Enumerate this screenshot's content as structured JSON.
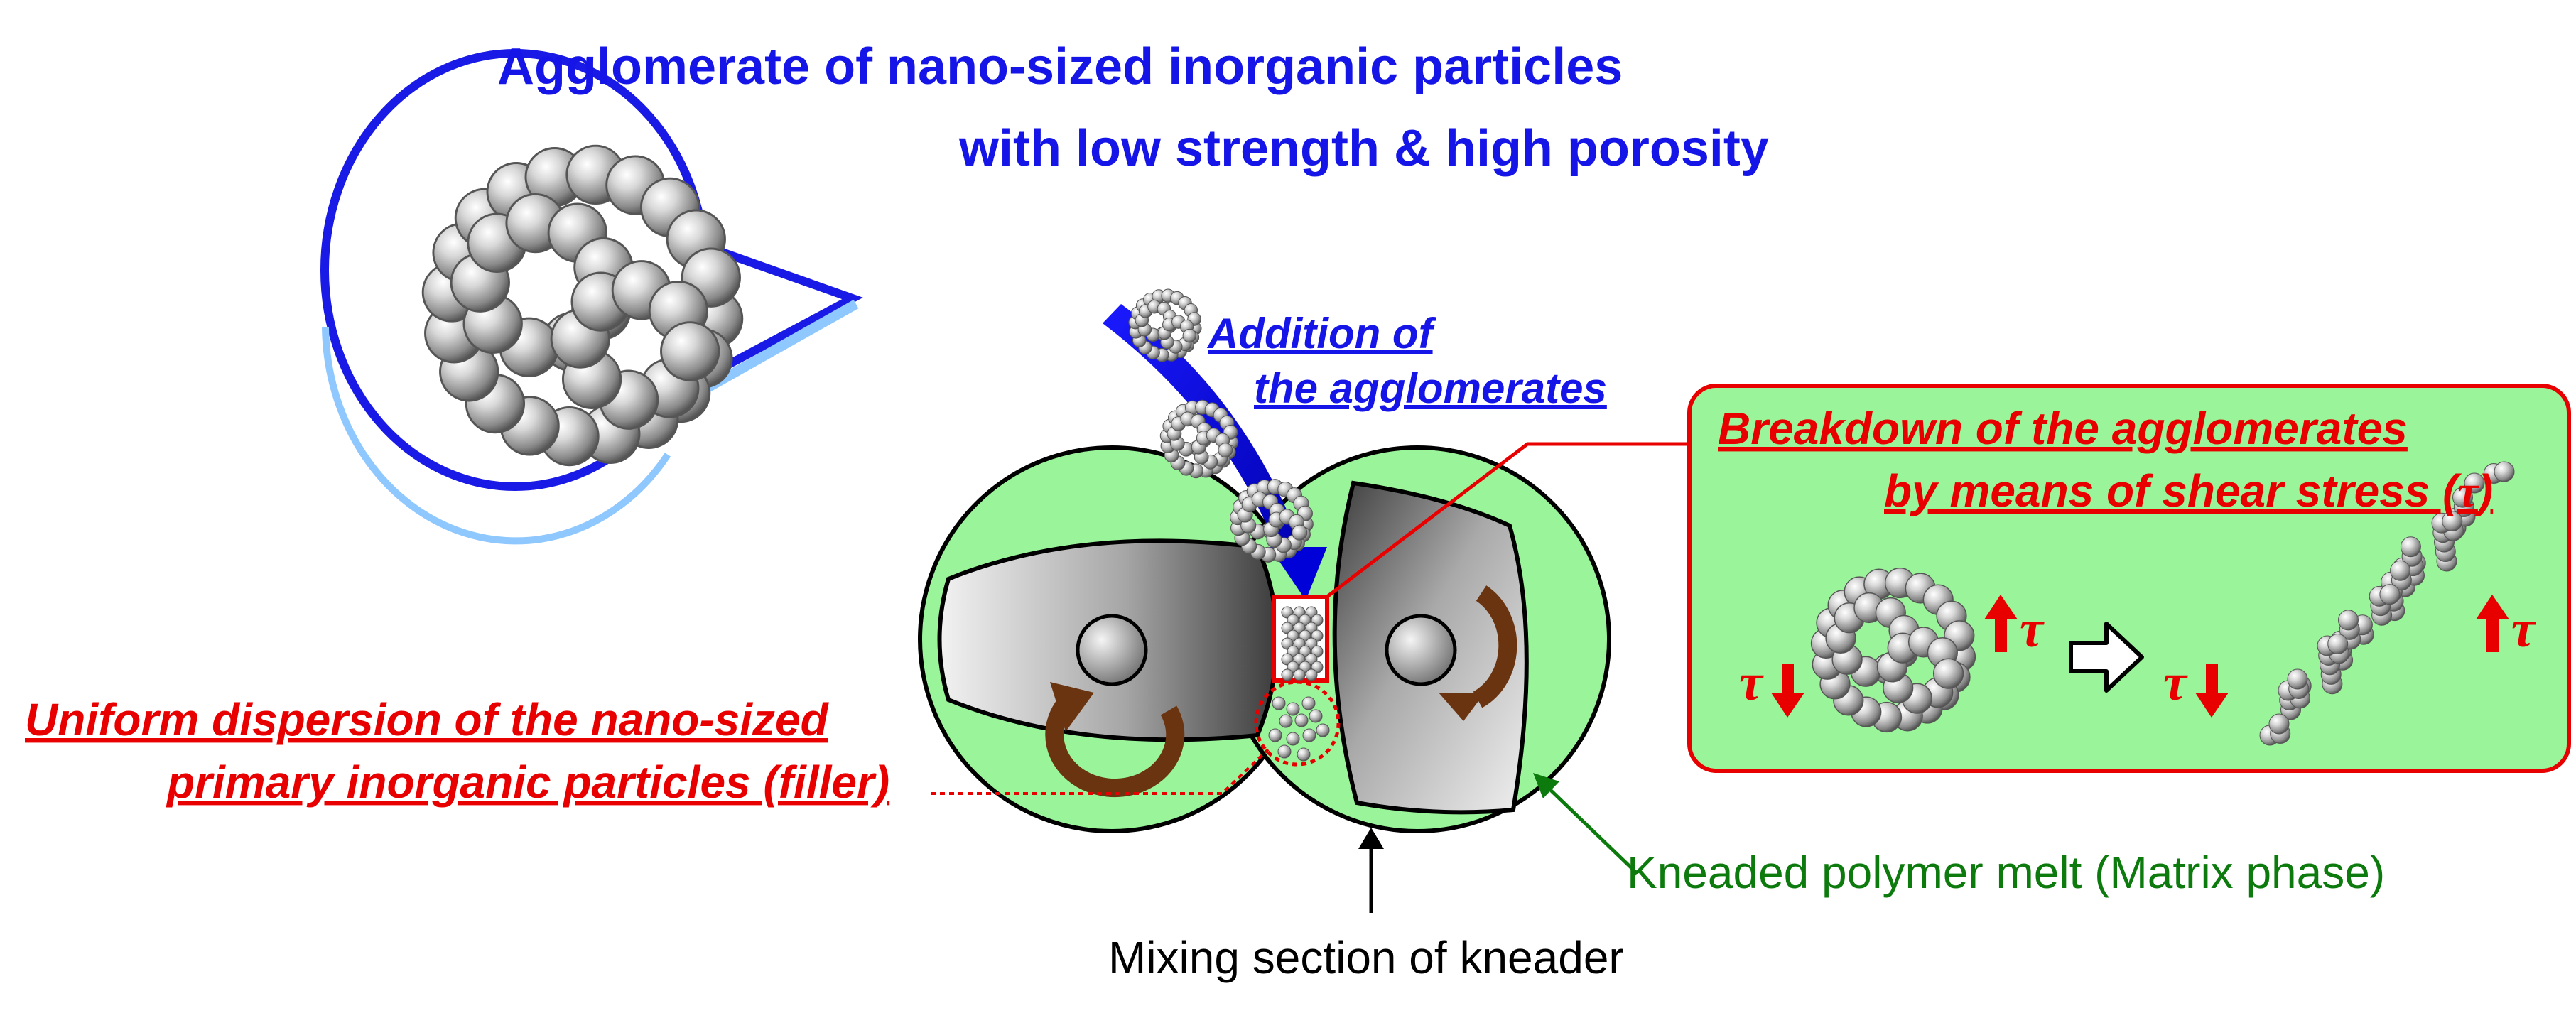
{
  "callout": {
    "line1": "Agglomerate of nano-sized inorganic particles",
    "line2": "with low strength & high porosity"
  },
  "addition": {
    "line1": "Addition of",
    "line2": "the agglomerates"
  },
  "breakdown": {
    "line1": "Breakdown of the agglomerates",
    "line2": "by means of shear stress (",
    "tau": "τ",
    "close": ")"
  },
  "shear_symbol": "τ",
  "dispersion": {
    "line1": "Uniform dispersion of the nano-sized",
    "line2": "primary inorganic particles (filler)"
  },
  "labels": {
    "matrix": "Kneaded polymer melt (Matrix phase)",
    "mixing": "Mixing section of kneader"
  },
  "colors": {
    "callout_blue": "#1515e8",
    "accent_red": "#e80000",
    "melt_green": "#9af59a",
    "label_green": "#0d7a0d",
    "rotation_brown": "#6b3410"
  }
}
